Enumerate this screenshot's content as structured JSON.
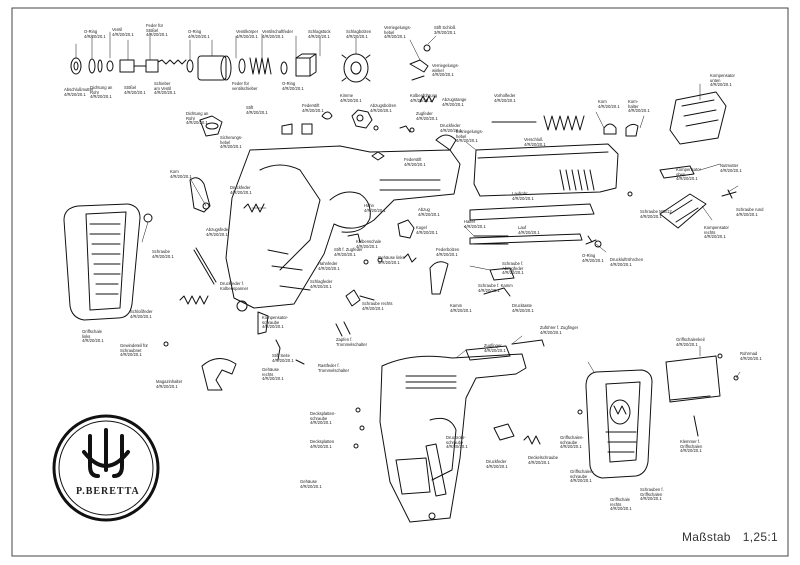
{
  "scale": {
    "label": "Maßstab",
    "value": "1,25:1"
  },
  "logo": {
    "text": "P.BERETTA"
  },
  "parts": [
    {
      "id": "p01",
      "text": "Abschlußmutter\n4/R/20/20.1"
    },
    {
      "id": "p02",
      "text": "O-Ring\n4/R/20/20.1"
    },
    {
      "id": "p03",
      "text": "Dichtung an\nRohr\n4/R/20/20.1"
    },
    {
      "id": "p04",
      "text": "Ventil\n4/R/20/20.1"
    },
    {
      "id": "p05",
      "text": "Stößel\n4/R/20/20.1"
    },
    {
      "id": "p06",
      "text": "Feder für\nStößel\n4/R/20/20.1"
    },
    {
      "id": "p07",
      "text": "O-Ring\n4/R/20/20.1"
    },
    {
      "id": "p08",
      "text": "Schieber\nam Ventil\n4/R/20/20.1"
    },
    {
      "id": "p09",
      "text": "Feder für\nventilschieber"
    },
    {
      "id": "p10",
      "text": "Ventilkörper\n4/R/20/20.1"
    },
    {
      "id": "p11",
      "text": "O-Ring\n4/R/20/20.1"
    },
    {
      "id": "p12",
      "text": "Ventilschaftfeder\n4/R/20/20.1"
    },
    {
      "id": "p13",
      "text": "Schlagstück\n4/R/20/20.1"
    },
    {
      "id": "p14",
      "text": "Schlagbolzen\n4/R/20/20.1"
    },
    {
      "id": "p15",
      "text": "Verriegelungs-\nhebel\n4/R/20/20.1"
    },
    {
      "id": "p16",
      "text": "Stift Schloß\n3/R/20/20.1"
    },
    {
      "id": "p17",
      "text": "Verriegelungs-\nwinkel\n4/R/20/20.1"
    },
    {
      "id": "p18",
      "text": "Kimme\n4/R/20/20.1"
    },
    {
      "id": "p19",
      "text": "Stift\n4/R/20/20.1"
    },
    {
      "id": "p20",
      "text": "Federstift\n4/R/20/20.1"
    },
    {
      "id": "p21",
      "text": "Zugfeder\n4/R/20/20.1"
    },
    {
      "id": "p22",
      "text": "Abzugsbolzen\n4/R/20/20.1"
    },
    {
      "id": "p23",
      "text": "Dichtung an\nRohr\n4/R/20/20.1"
    },
    {
      "id": "p24",
      "text": "Kolbenführung\n4/R/20/20.1"
    },
    {
      "id": "p25",
      "text": "Abzugstange\n4/R/20/20.1"
    },
    {
      "id": "p26",
      "text": "Druckfeder\n4/R/20/20.1"
    },
    {
      "id": "p27",
      "text": "Sicherungs-\nhebel\n4/R/20/20.1"
    },
    {
      "id": "p28",
      "text": "Entriegelungs-\nhebel\n4/R/20/20.1"
    },
    {
      "id": "p29",
      "text": "Federstift\n4/R/20/20.1"
    },
    {
      "id": "p30",
      "text": "Vorholfeder\n4/R/20/20.1"
    },
    {
      "id": "p31",
      "text": "Korn\n4/R/20/20.1"
    },
    {
      "id": "p32",
      "text": "Korn-\nhalter\n4/R/20/20.1"
    },
    {
      "id": "p33",
      "text": "Kompensator\nunten\n4/R/20/20.1"
    },
    {
      "id": "p34",
      "text": "Nutmutter\n4/R/20/20.1"
    },
    {
      "id": "p35",
      "text": "Schraube M3x12\n4/R/20/20.1"
    },
    {
      "id": "p36",
      "text": "Kompensator\nrechts\n4/R/20/20.1"
    },
    {
      "id": "p37",
      "text": "Schraube rund\n4/R/20/20.1"
    },
    {
      "id": "p38",
      "text": "Verschluß\n4/R/20/20.1"
    },
    {
      "id": "p39",
      "text": "Laufrohr\n4/R/20/20.1"
    },
    {
      "id": "p40",
      "text": "Lauf\n4/R/20/20.1"
    },
    {
      "id": "p41",
      "text": "O-Ring\n4/R/20/20.1"
    },
    {
      "id": "p42",
      "text": "Druckluftröhrchen\n4/R/20/20.1"
    },
    {
      "id": "p43",
      "text": "Griffschale\nlinks\n4/R/20/20.1"
    },
    {
      "id": "p44",
      "text": "Schraube\n4/R/20/20.1"
    },
    {
      "id": "p45",
      "text": "Schloßfeder\n4/R/20/20.1"
    },
    {
      "id": "p46",
      "text": "Gewindeteil für\nSchraubnet\n4/R/20/20.1"
    },
    {
      "id": "p47",
      "text": "Korn\n4/R/20/20.1"
    },
    {
      "id": "p48",
      "text": "Druckfeder\n4/R/20/20.1"
    },
    {
      "id": "p49",
      "text": "Abzugsfeder\n4/R/20/20.1"
    },
    {
      "id": "p50",
      "text": "Druckfeder f.\nKolbenspanner"
    },
    {
      "id": "p51",
      "text": "Kompensator-\nschraube\n4/R/20/20.1"
    },
    {
      "id": "p52",
      "text": "Stift Seite\n4/R/20/20.1"
    },
    {
      "id": "p53",
      "text": "Gehäuse\nrechts\n4/R/20/20.1"
    },
    {
      "id": "p54",
      "text": "Magazinhalter\n4/R/20/20.1"
    },
    {
      "id": "p55",
      "text": "Hahnfeder\n4/R/20/20.1"
    },
    {
      "id": "p56",
      "text": "Schlagfeder\n4/R/20/20.1"
    },
    {
      "id": "p57",
      "text": "Stift f. Zugfeder\n4/R/20/20.1"
    },
    {
      "id": "p58",
      "text": "Hahn\n4/R/20/20.1"
    },
    {
      "id": "p59",
      "text": "Kolbenschale\n4/R/20/20.1"
    },
    {
      "id": "p60",
      "text": "Gehäuse links\n4/R/20/20.1"
    },
    {
      "id": "p61",
      "text": "Abzug\n4/R/20/20.1"
    },
    {
      "id": "p62",
      "text": "Federbolzen\n4/R/20/20.1"
    },
    {
      "id": "p63",
      "text": "Schraube f. Kamm\n4/R/20/20.1"
    },
    {
      "id": "p64",
      "text": "Kamm\n4/R/20/20.1"
    },
    {
      "id": "p65",
      "text": "Schraube f.\nAbzugfeder\n4/R/20/20.1"
    },
    {
      "id": "p66",
      "text": "Drucktaste\n4/R/20/20.1"
    },
    {
      "id": "p67",
      "text": "Schraube rechts\n4/R/20/20.1"
    },
    {
      "id": "p68",
      "text": "Zapfen f.\nTrommelschalter"
    },
    {
      "id": "p69",
      "text": "Rastfeder f.\nTrommelschalter"
    },
    {
      "id": "p70",
      "text": "Zuführer f. Zugfinger\n4/R/20/20.1"
    },
    {
      "id": "p71",
      "text": "Zugfinger\n4/R/20/20.1"
    },
    {
      "id": "p72",
      "text": "Decksplatten-\nschraube\n4/R/20/20.1"
    },
    {
      "id": "p73",
      "text": "Decksplatten\n4/R/20/20.1"
    },
    {
      "id": "p74",
      "text": "Druckrohr-\nschraube\n4/R/20/20.1"
    },
    {
      "id": "p75",
      "text": "Druckfeder\n4/R/20/20.1"
    },
    {
      "id": "p76",
      "text": "Deckelschraube\n4/R/20/20.1"
    },
    {
      "id": "p77",
      "text": "Gehäuse\n4/R/20/20.1"
    },
    {
      "id": "p78",
      "text": "Griffschalenkeil\n4/R/20/20.1"
    },
    {
      "id": "p79",
      "text": "Griffschalen-\nschraube\n4/R/20/20.1"
    },
    {
      "id": "p80",
      "text": "Schrauben f.\nGriffschalen\n4/R/20/20.1"
    },
    {
      "id": "p81",
      "text": "Griffschale\nrechts\n4/R/20/20.1"
    },
    {
      "id": "p82",
      "text": "Rohrmad\n4/R/20/20.1"
    },
    {
      "id": "p83",
      "text": "Klemmer f.\nGriffschalen\n4/R/20/20.1"
    },
    {
      "id": "p84",
      "text": "Kugel\n4/R/20/20.1"
    },
    {
      "id": "p85",
      "text": "Kompensator\noben\n4/R/20/20.1"
    },
    {
      "id": "p86",
      "text": "Halter\n4/R/20/20.1"
    },
    {
      "id": "p87",
      "text": "Griffschalen-\nschraube\n4/R/20/20.1"
    }
  ]
}
